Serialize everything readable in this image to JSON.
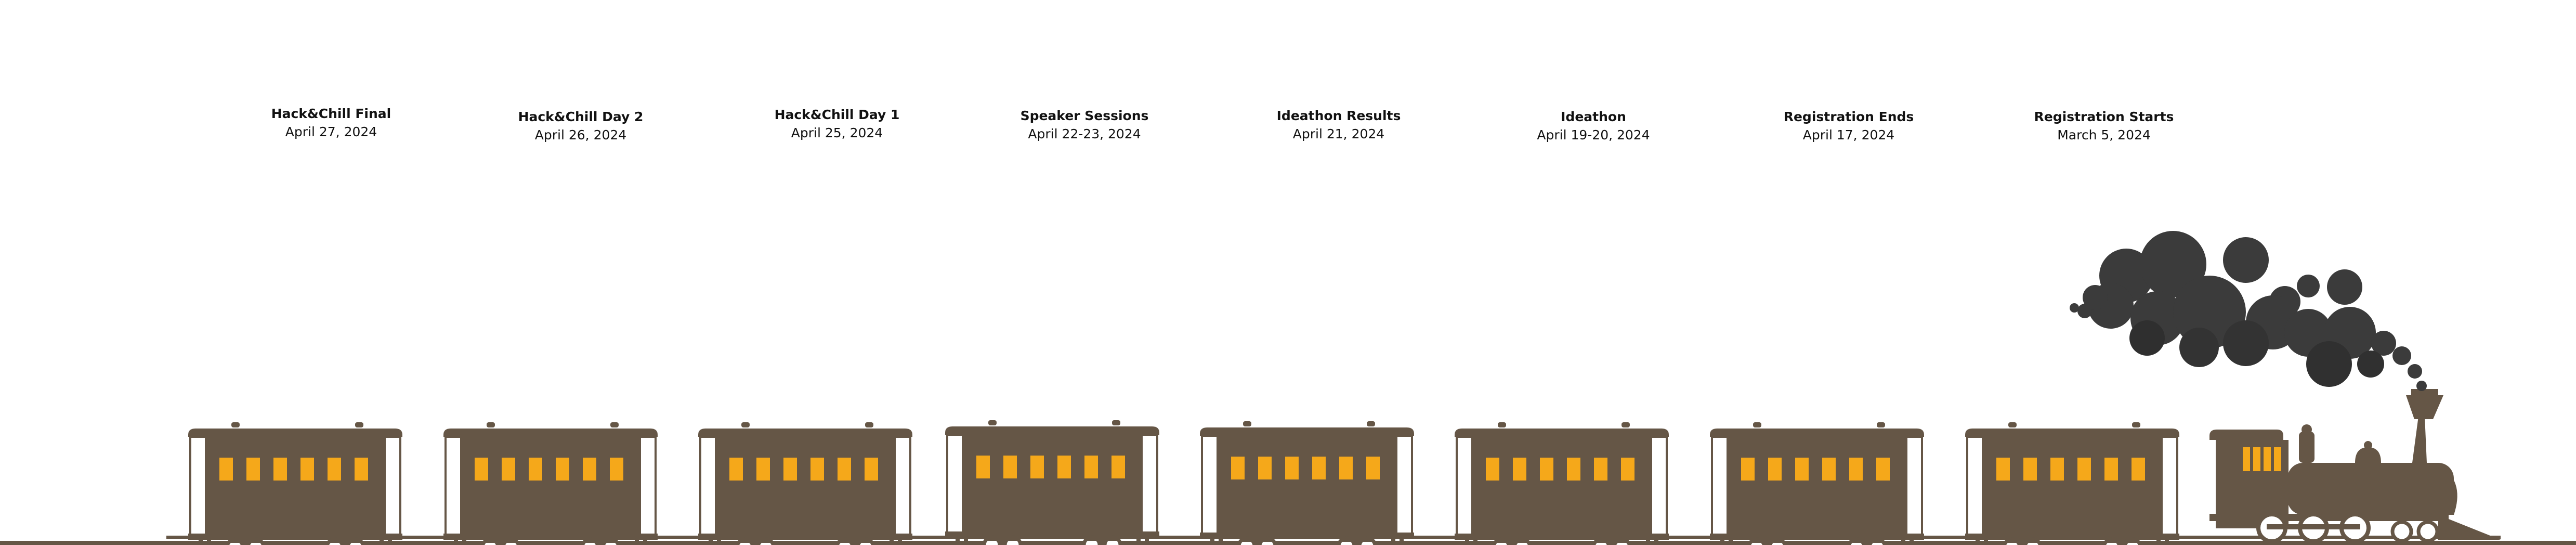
{
  "colors": {
    "background": "#ffffff",
    "car_body": "#655646",
    "car_window": "#f5a81a",
    "car_end_panel": "#ffffff",
    "smoke": "#3b3b3b",
    "rail": "#655646",
    "text": "#111111"
  },
  "timeline": {
    "events": [
      {
        "title": "Hack&Chill Final",
        "date": "April 27, 2024"
      },
      {
        "title": "Hack&Chill Day 2",
        "date": "April 26, 2024"
      },
      {
        "title": "Hack&Chill Day 1",
        "date": "April 25, 2024"
      },
      {
        "title": "Speaker Sessions",
        "date": "April 22-23, 2024"
      },
      {
        "title": "Ideathon Results",
        "date": "April 21, 2024"
      },
      {
        "title": "Ideathon",
        "date": "April 19-20, 2024"
      },
      {
        "title": "Registration Ends",
        "date": "April 17, 2024"
      },
      {
        "title": "Registration Starts",
        "date": "March 5, 2024"
      }
    ]
  },
  "train": {
    "car_icon": "train-car-icon",
    "locomotive_icon": "steam-locomotive-icon",
    "smoke_icon": "smoke-cloud-icon",
    "windows_per_car": 6
  }
}
